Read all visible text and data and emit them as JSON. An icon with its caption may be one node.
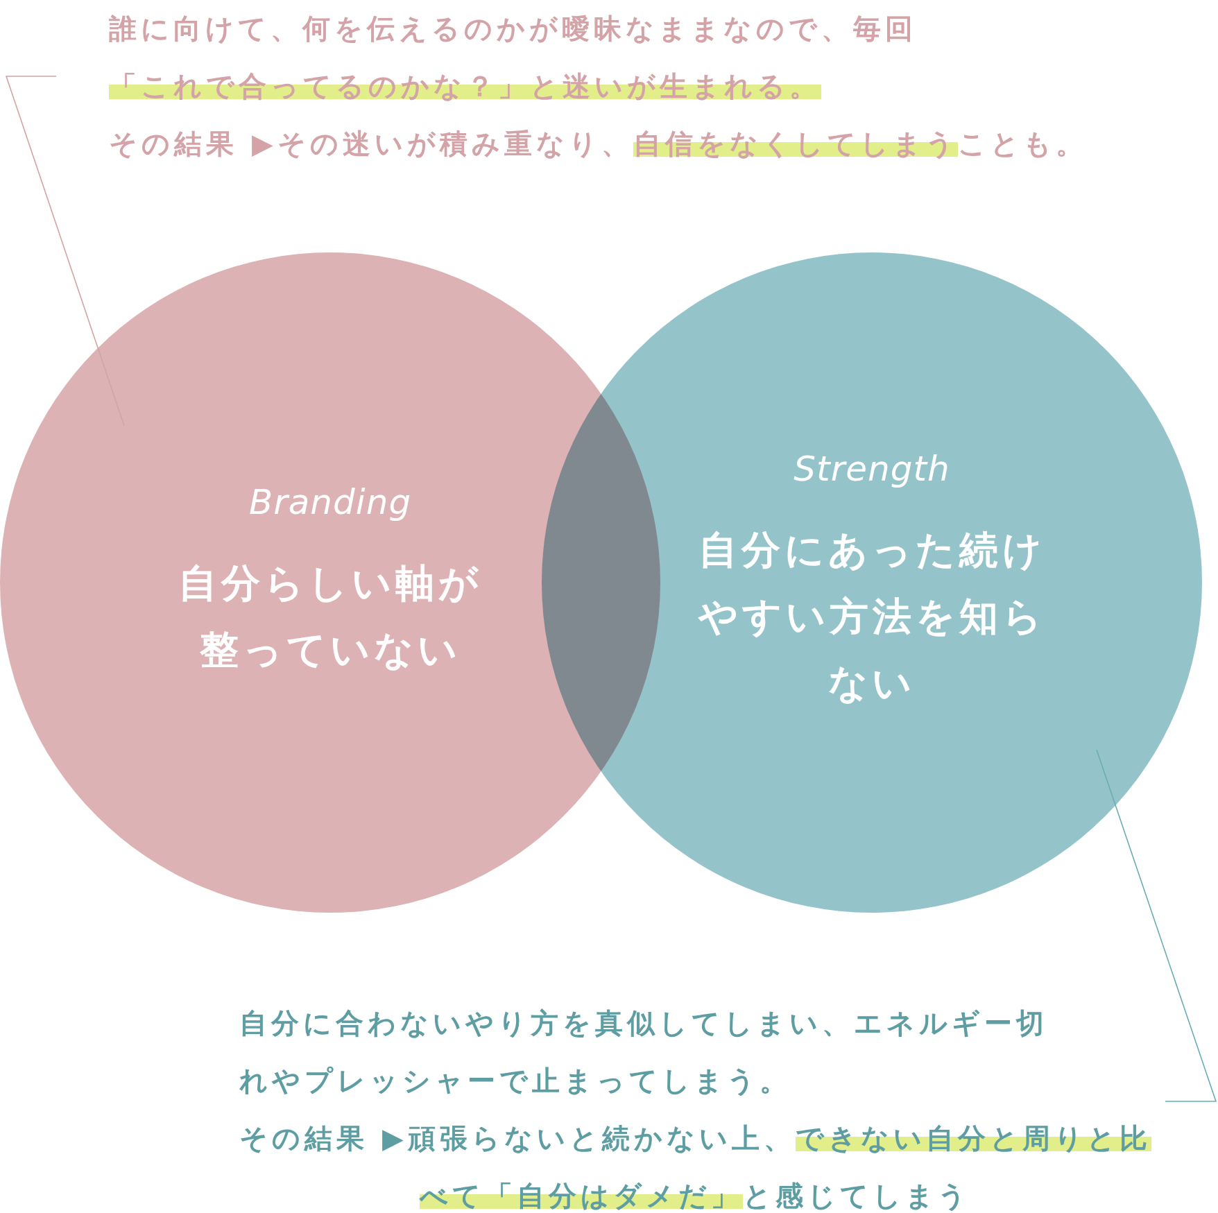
{
  "diagram": {
    "nodes": [
      {
        "text": [
          "誰に向けて、何を伝えるのかが曖昧なままなので、毎回**「これで合ってるのかな？」と迷いが生まれる。**",
          "その結果 ▶その迷いが積み重なり、**自信をなくしてしまう**ことも。"
        ]
      },
      {
        "text": [
          "Branding",
          "自分らしい軸が整っていない"
        ]
      },
      {
        "text": [
          "Strength",
          "自分にあった続けやすい方法を知らない"
        ]
      },
      {
        "text": [
          "自分に合わないやり方を真似してしまい、エネルギー切れやプレッシャーで止まってしまう。",
          "その結果 ▶頑張らないと続かない上、**できない自分と周りと比べて「自分はダメだ」**と感じてしまう"
        ]
      }
    ],
    "edges": [
      {
        "from": 0,
        "to": 1,
        "arrow": "none"
      },
      {
        "from": 3,
        "to": 2,
        "arrow": "none",
        "color": "#6aaeb4"
      }
    ]
  }
}
